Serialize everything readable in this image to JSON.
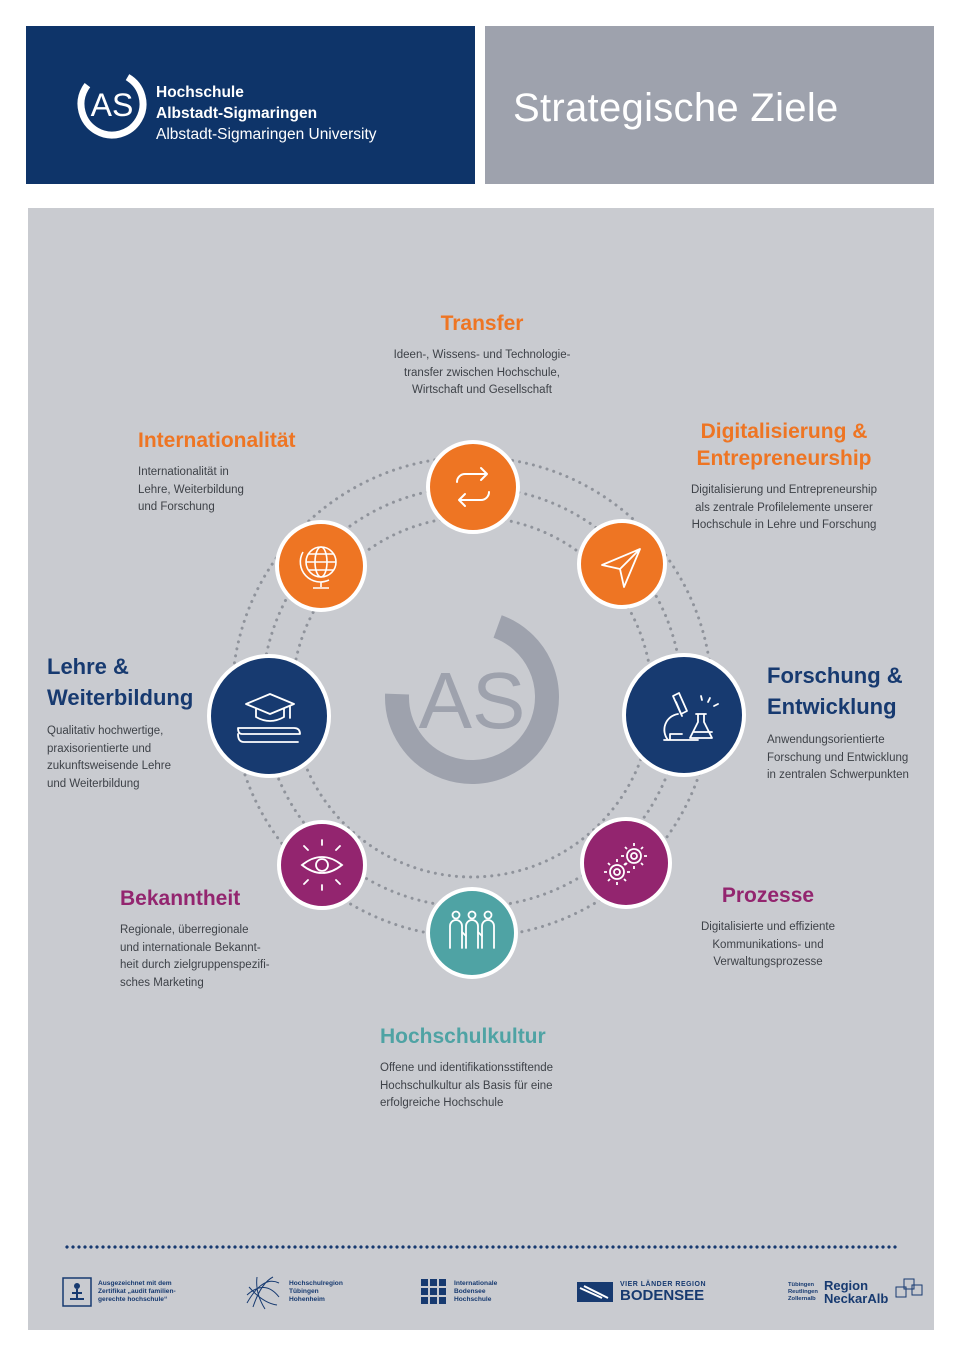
{
  "header": {
    "logo_text": "AS",
    "university_line1": "Hochschule",
    "university_line2": "Albstadt-Sigmaringen",
    "university_line3": "Albstadt-Sigmaringen University",
    "title": "Strategische Ziele"
  },
  "center_logo": {
    "text": "AS"
  },
  "goals": {
    "transfer": {
      "title": "Transfer",
      "text": [
        "Ideen-, Wissens- und Technologie-",
        "transfer zwischen Hochschule,",
        "Wirtschaft und Gesellschaft"
      ],
      "icon": "exchange-arrows-icon"
    },
    "digital": {
      "title": [
        "Digitalisierung &",
        "Entrepreneurship"
      ],
      "text": [
        "Digitalisierung und Entrepreneurship",
        "als zentrale Profilelemente unserer",
        "Hochschule in Lehre und Forschung"
      ],
      "icon": "paper-plane-icon"
    },
    "forschung": {
      "title": [
        "Forschung &",
        "Entwicklung"
      ],
      "text": [
        "Anwendungsorientierte",
        "Forschung und Entwicklung",
        "in zentralen Schwerpunkten"
      ],
      "icon": "microscope-flask-icon"
    },
    "prozesse": {
      "title": "Prozesse",
      "text": [
        "Digitalisierte und effiziente",
        "Kommunikations- und",
        "Verwaltungsprozesse"
      ],
      "icon": "gears-icon"
    },
    "kultur": {
      "title": "Hochschulkultur",
      "text": [
        "Offene und identifikationsstiftende",
        "Hochschulkultur als Basis für eine",
        "erfolgreiche Hochschule"
      ],
      "icon": "people-group-icon"
    },
    "bekanntheit": {
      "title": "Bekanntheit",
      "text": [
        "Regionale, überregionale",
        "und internationale Bekannt-",
        "heit durch zielgruppenspezifi-",
        "sches Marketing"
      ],
      "icon": "eye-icon"
    },
    "lehre": {
      "title": [
        "Lehre &",
        "Weiterbildung"
      ],
      "text": [
        "Qualitativ hochwertige,",
        "praxisorientierte und",
        "zukunftsweisende Lehre",
        "und Weiterbildung"
      ],
      "icon": "graduation-cap-icon"
    },
    "international": {
      "title": "Internationalität",
      "text": [
        "Internationalität in",
        "Lehre, Weiterbildung",
        "und Forschung"
      ],
      "icon": "globe-icon"
    }
  },
  "colors": {
    "orange": "#ee7523",
    "navy": "#173a70",
    "purple": "#93256f",
    "teal": "#4fa3a4",
    "panel": "#c9cbd0",
    "header_blue": "#0e3469",
    "header_gray": "#9ea2ad"
  },
  "partners": {
    "audit": [
      "Ausgezeichnet mit dem",
      "Zertifikat „audit familien-",
      "gerechte hochschule“"
    ],
    "hochschulregion": [
      "Hochschulregion",
      "Tübingen",
      "Hohenheim"
    ],
    "ibh": [
      "Internationale",
      "Bodensee",
      "Hochschule"
    ],
    "bodensee": {
      "small": "VIER LÄNDER REGION",
      "big": "BODENSEE"
    },
    "neckaralb": {
      "cities": [
        "Tübingen",
        "Reutlingen",
        "Zollernalb"
      ],
      "region": [
        "Region",
        "NeckarAlb"
      ]
    }
  }
}
